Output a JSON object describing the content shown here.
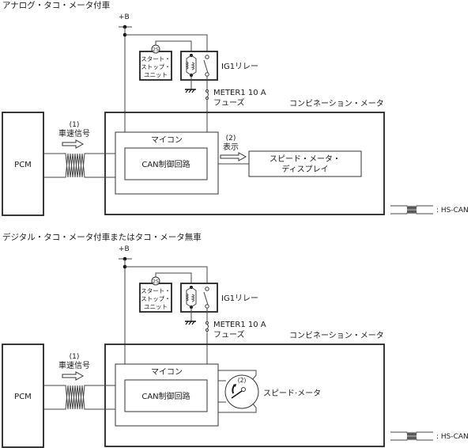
{
  "diagrams": [
    {
      "title": "アナログ・タコ・メータ付車",
      "power_label": "+B",
      "start_stop_unit": {
        "connector": "2S",
        "lines": [
          "スタート・",
          "ストップ・",
          "ユニット"
        ]
      },
      "relay_label": "IG1リレー",
      "fuse_label_1": "METER1 10 A",
      "fuse_label_2": "フューズ",
      "combination_meter_label": "コンビネーション・メータ",
      "pcm_label": "PCM",
      "signal_1_num": "(1)",
      "signal_1_label": "車速信号",
      "micom_label": "マイコン",
      "can_circuit_label": "CAN制御回路",
      "signal_2_num": "(2)",
      "signal_2_label": "表示",
      "output_lines": [
        "スピード・メータ・",
        "ディスプレイ"
      ],
      "legend_label": ": HS-CAN"
    },
    {
      "title": "デジタル・タコ・メータ付車またはタコ・メータ無車",
      "power_label": "+B",
      "start_stop_unit": {
        "connector": "2S",
        "lines": [
          "スタート・",
          "ストップ・",
          "ユニット"
        ]
      },
      "relay_label": "IG1リレー",
      "fuse_label_1": "METER1 10 A",
      "fuse_label_2": "フューズ",
      "combination_meter_label": "コンビネーション・メータ",
      "pcm_label": "PCM",
      "signal_1_num": "(1)",
      "signal_1_label": "車速信号",
      "micom_label": "マイコン",
      "can_circuit_label": "CAN制御回路",
      "signal_2_num": "(2)",
      "output_label": "スピード·メータ",
      "legend_label": ": HS-CAN"
    }
  ]
}
